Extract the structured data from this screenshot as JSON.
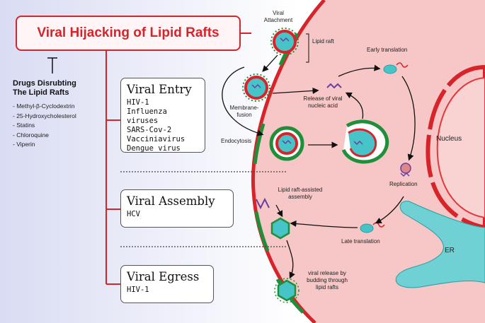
{
  "title": "Viral Hijacking of Lipid Rafts",
  "drugs": {
    "heading_line1": "Drugs Disrubting",
    "heading_line2": "The Lipid Rafts",
    "items": [
      "- Methyl-β-Cyclodextrin",
      "- 25-Hydroxycholesterol",
      "- Statins",
      "- Chloroquine",
      "- Viperin"
    ]
  },
  "cards": [
    {
      "title": "Viral Entry",
      "items": [
        "HIV-1",
        "Influenza viruses",
        "SARS-Cov-2",
        "Vacciniavirus",
        "Dengue virus"
      ]
    },
    {
      "title": "Viral Assembly",
      "items": [
        "HCV"
      ]
    },
    {
      "title": "Viral Egress",
      "items": [
        "HIV-1"
      ]
    }
  ],
  "labels": {
    "viral_attachment_1": "Viral",
    "viral_attachment_2": "Attachment",
    "lipid_raft": "Lipid raft",
    "early_translation": "Early translation",
    "membrane_fusion_1": "Membrane-",
    "membrane_fusion_2": "fusion",
    "release_1": "Release of viral",
    "release_2": "nucleic acid",
    "endocytosis": "Endocytosis",
    "nucleus": "Nucleus",
    "replication": "Replication",
    "assembly_1": "Lipid raft-assisted",
    "assembly_2": "assembly",
    "late_translation": "Late translation",
    "er": "ER",
    "release_budding_1": "viral release by",
    "release_budding_2": "budding through",
    "release_budding_3": "lipid rafts"
  },
  "colors": {
    "accent_red": "#d6242a",
    "cell": "#f7c6c6",
    "raft_green": "#1f8f3a",
    "virus_teal": "#47c4c8",
    "er": "#6fd1d3"
  }
}
